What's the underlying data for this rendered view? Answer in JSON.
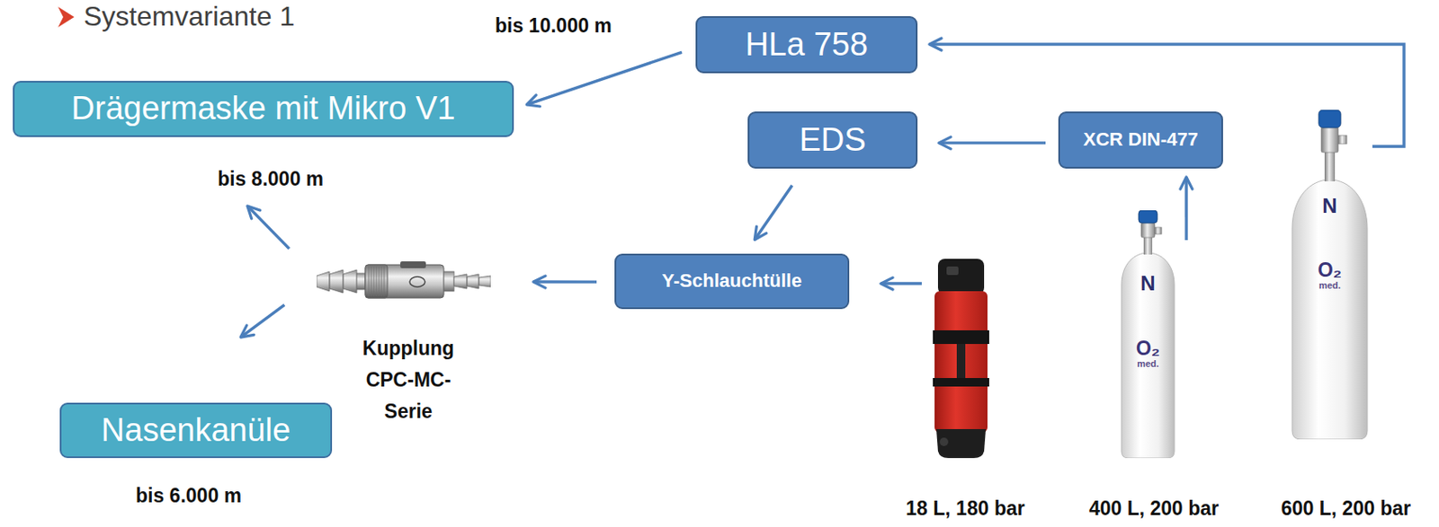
{
  "diagram": {
    "title": "Systemvariante 1",
    "nodes": [
      {
        "text": [
          "HLa 758"
        ]
      },
      {
        "text": [
          "Drägermaske mit Mikro V1"
        ]
      },
      {
        "text": [
          "EDS"
        ]
      },
      {
        "text": [
          "XCR DIN-477"
        ]
      },
      {
        "text": [
          "Y-Schlauchtülle"
        ]
      },
      {
        "text": [
          "Kupplung CPC-MC-Serie"
        ]
      },
      {
        "text": [
          "Nasenkanüle"
        ]
      },
      {
        "text": [
          "18 L, 180 bar"
        ]
      },
      {
        "text": [
          "N",
          "O₂",
          "med.",
          "400 L, 200 bar"
        ]
      },
      {
        "text": [
          "N",
          "O₂",
          "med.",
          "600 L, 200 bar"
        ]
      }
    ],
    "edges": [
      {
        "from": 9,
        "to": 0,
        "arrow": "to"
      },
      {
        "from": 0,
        "to": 1,
        "arrow": "to"
      },
      {
        "from": 8,
        "to": 3,
        "arrow": "to"
      },
      {
        "from": 3,
        "to": 2,
        "arrow": "to"
      },
      {
        "from": 2,
        "to": 4,
        "arrow": "to"
      },
      {
        "from": 7,
        "to": 4,
        "arrow": "to"
      },
      {
        "from": 4,
        "to": 5,
        "arrow": "to"
      },
      {
        "from": 5,
        "to": 1,
        "arrow": "to"
      },
      {
        "from": 5,
        "to": 6,
        "arrow": "to"
      }
    ],
    "labels": [
      "bis 10.000 m",
      "bis 8.000 m",
      "bis 6.000 m"
    ]
  }
}
